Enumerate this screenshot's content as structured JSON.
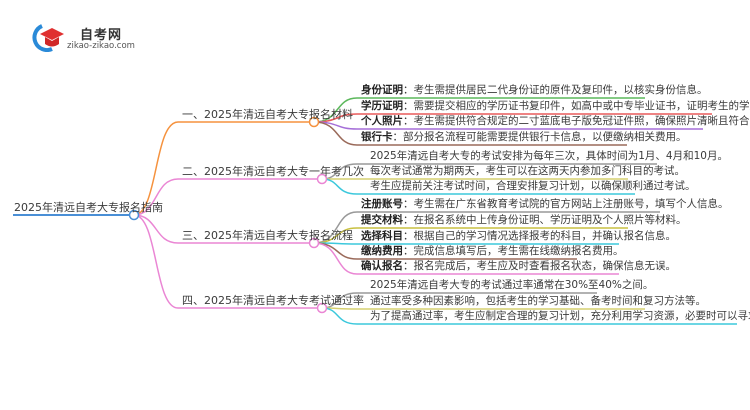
{
  "logo": {
    "title": "自考网",
    "subtitle": "zikao-zikao.com"
  },
  "root": {
    "label": "2025年清远自考大专报名指南",
    "color": "#4a8fd6"
  },
  "branches": [
    {
      "label": "一、2025年清远自考大专报名材料",
      "color": "#f5923e",
      "leaves": [
        {
          "label": "身份证明",
          "text": "：考生需提供居民二代身份证的原件及复印件，以核实身份信息。",
          "color": "#5cb85c"
        },
        {
          "label": "学历证明",
          "text": "：需要提交相应的学历证书复印件，如高中或中专毕业证书，证明考生的学历水平。",
          "color": "#e85a5a"
        },
        {
          "label": "个人照片",
          "text": "：考生需提供符合规定的二寸蓝底电子版免冠证件照，确保照片清晰且符合要求。",
          "color": "#a56fd8"
        },
        {
          "label": "银行卡",
          "text": "：部分报名流程可能需要提供银行卡信息，以便缴纳相关费用。",
          "color": "#9a6a5a"
        }
      ]
    },
    {
      "label": "二、2025年清远自考大专一年考几次",
      "color": "#ea86d4",
      "leaves": [
        {
          "label": "",
          "text": "2025年清远自考大专的考试安排为每年三次，具体时间为1月、4月和10月。",
          "color": "#999999"
        },
        {
          "label": "",
          "text": "每次考试通常为期两天，考生可以在这两天内参加多门科目的考试。",
          "color": "#d6d070"
        },
        {
          "label": "",
          "text": "考生应提前关注考试时间，合理安排复习计划，以确保顺利通过考试。",
          "color": "#3cc8dc"
        }
      ]
    },
    {
      "label": "三、2025年清远自考大专报名流程",
      "color": "#ea86d4",
      "leaves": [
        {
          "label": "注册账号",
          "text": "：考生需在广东省教育考试院的官方网站上注册账号，填写个人信息。",
          "color": "#999999"
        },
        {
          "label": "提交材料",
          "text": "：在报名系统中上传身份证明、学历证明及个人照片等材料。",
          "color": "#c8c040"
        },
        {
          "label": "选择科目",
          "text": "：根据自己的学习情况选择报考的科目，并确认报名信息。",
          "color": "#3cc8dc"
        },
        {
          "label": "缴纳费用",
          "text": "：完成信息填写后，考生需在线缴纳报名费用。",
          "color": "#9a6a5a"
        },
        {
          "label": "确认报名",
          "text": "：报名完成后，考生应及时查看报名状态，确保信息无误。",
          "color": "#ea86d4"
        }
      ]
    },
    {
      "label": "四、2025年清远自考大专考试通过率",
      "color": "#ea86d4",
      "leaves": [
        {
          "label": "",
          "text": "2025年清远自考大专的考试通过率通常在30%至40%之间。",
          "color": "#999999"
        },
        {
          "label": "",
          "text": "通过率受多种因素影响，包括考生的学习基础、备考时间和复习方法等。",
          "color": "#d6d070"
        },
        {
          "label": "",
          "text": "为了提高通过率，考生应制定合理的复习计划，充分利用学习资源，必要时可以寻求专业的辅导。",
          "color": "#3cc8dc"
        }
      ]
    }
  ]
}
